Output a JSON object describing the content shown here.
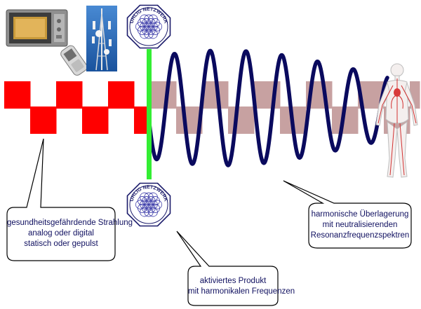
{
  "colors": {
    "emf_square_wave": "#ff0000",
    "emf_square_wave_faded": "#c7a1a1",
    "harmonic_wave": "#0a0a5e",
    "product_beam": "#33ee33",
    "callout_border": "#000000",
    "callout_text": "#101060",
    "seal_outline": "#1a1a6a"
  },
  "icons": {
    "microwave": "microwave-icon",
    "mobile_phone": "mobile-phone-icon",
    "cell_tower": "cell-tower-icon",
    "seal": "flower-of-life-seal-icon",
    "human": "human-anatomy-icon"
  },
  "seal": {
    "text": "UHLIG NETZWERK"
  },
  "callouts": {
    "radiation": {
      "lines": [
        "gesundheitsgefährdende Strahlung",
        "analog oder digital",
        "statisch oder gepulst"
      ]
    },
    "product": {
      "lines": [
        "aktiviertes Produkt",
        "mit harmonikalen Frequenzen"
      ]
    },
    "harmonic": {
      "lines": [
        "harmonische Überlagerung",
        "mit neutralisierenden",
        "Resonanzfrequenzspektren"
      ]
    }
  }
}
